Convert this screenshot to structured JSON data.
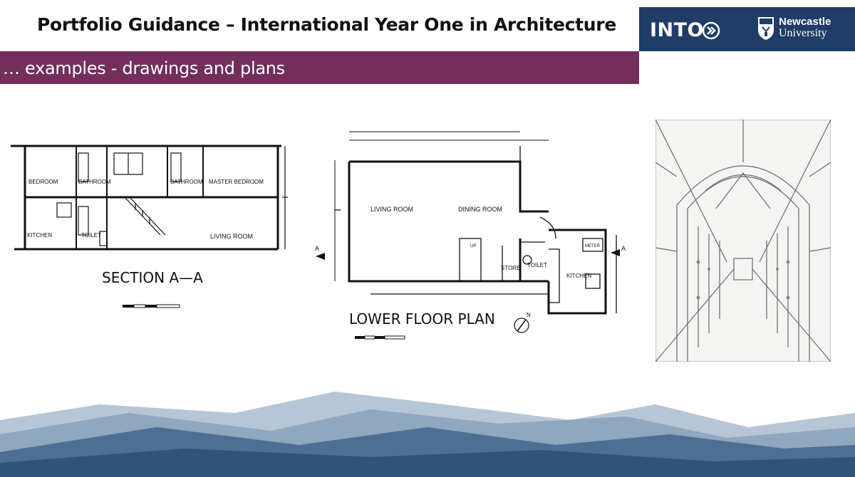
{
  "header": {
    "title": "Portfolio Guidance – International Year One in Architecture",
    "subtitle": "… examples - drawings and plans"
  },
  "logos": {
    "into": "INTO",
    "newcastle_line1": "Newcastle",
    "newcastle_line2": "University"
  },
  "section_drawing": {
    "caption": "SECTION A—A",
    "rooms": [
      "BEDROOM",
      "BATHROOM",
      "BATHROOM",
      "MASTER BEDROOM",
      "KITCHEN",
      "TOILET",
      "LIVING ROOM"
    ]
  },
  "floor_plan": {
    "caption": "LOWER FLOOR PLAN",
    "rooms": [
      "LIVING ROOM",
      "DINING ROOM",
      "STORE",
      "TOILET",
      "KITCHEN",
      "METER"
    ],
    "markers": [
      "A",
      "A",
      "N",
      "UP"
    ]
  },
  "colors": {
    "banner": "#732e5c",
    "logo_bg": "#1f3d66",
    "mountain_dark": "#2f5478",
    "mountain_light": "#8fa7bf"
  }
}
